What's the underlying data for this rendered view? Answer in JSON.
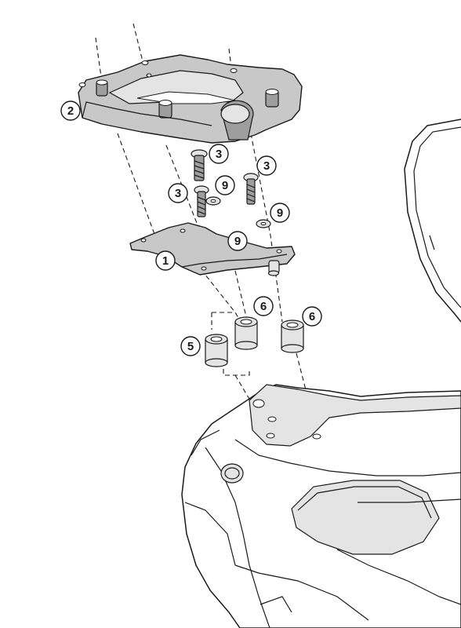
{
  "callouts": {
    "c1": "1",
    "c2": "2",
    "c3a": "3",
    "c3b": "3",
    "c3c": "3",
    "c9a": "9",
    "c9b": "9",
    "c9c": "9",
    "c5": "5",
    "c6a": "6",
    "c6b": "6"
  },
  "colors": {
    "part_fill": "#c8c8c8",
    "line": "#1a1a1a",
    "background": "#ffffff"
  }
}
